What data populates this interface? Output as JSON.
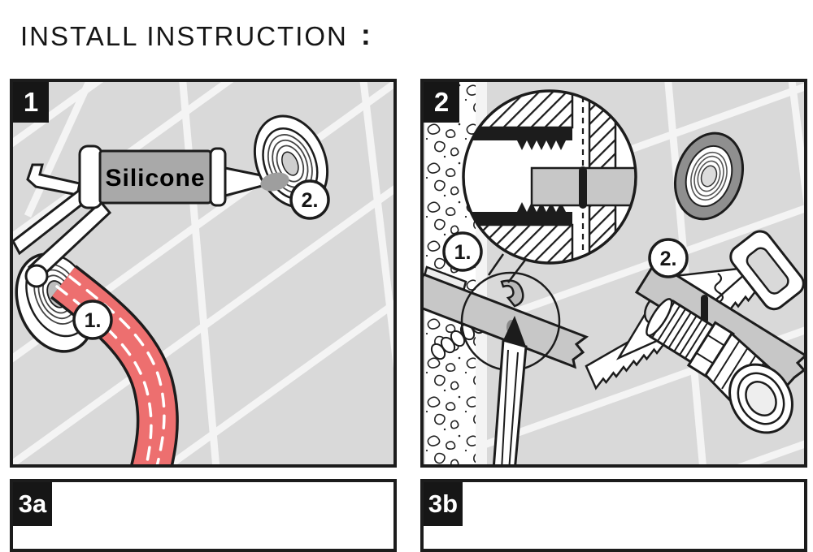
{
  "title": {
    "text": "INSTALL INSTRUCTION",
    "colon": ":"
  },
  "panel1": {
    "number": "1",
    "gun_label": "Silicone",
    "step1": "1.",
    "step2": "2."
  },
  "panel2": {
    "number": "2",
    "step1": "1.",
    "step2": "2."
  },
  "panel3a": {
    "number": "3a"
  },
  "panel3b": {
    "number": "3b"
  },
  "colors": {
    "ink": "#1c1c1c",
    "tile": "#d9d9d9",
    "grout": "#f4f4f4",
    "gun_body": "#a9a9a9",
    "hose_red": "#ed6f6f",
    "silicone_dab": "#9e9e9e",
    "bar_gray": "#c7c7c7",
    "ring_gray": "#8f8f8f",
    "panel_bg": "#ffffff"
  }
}
